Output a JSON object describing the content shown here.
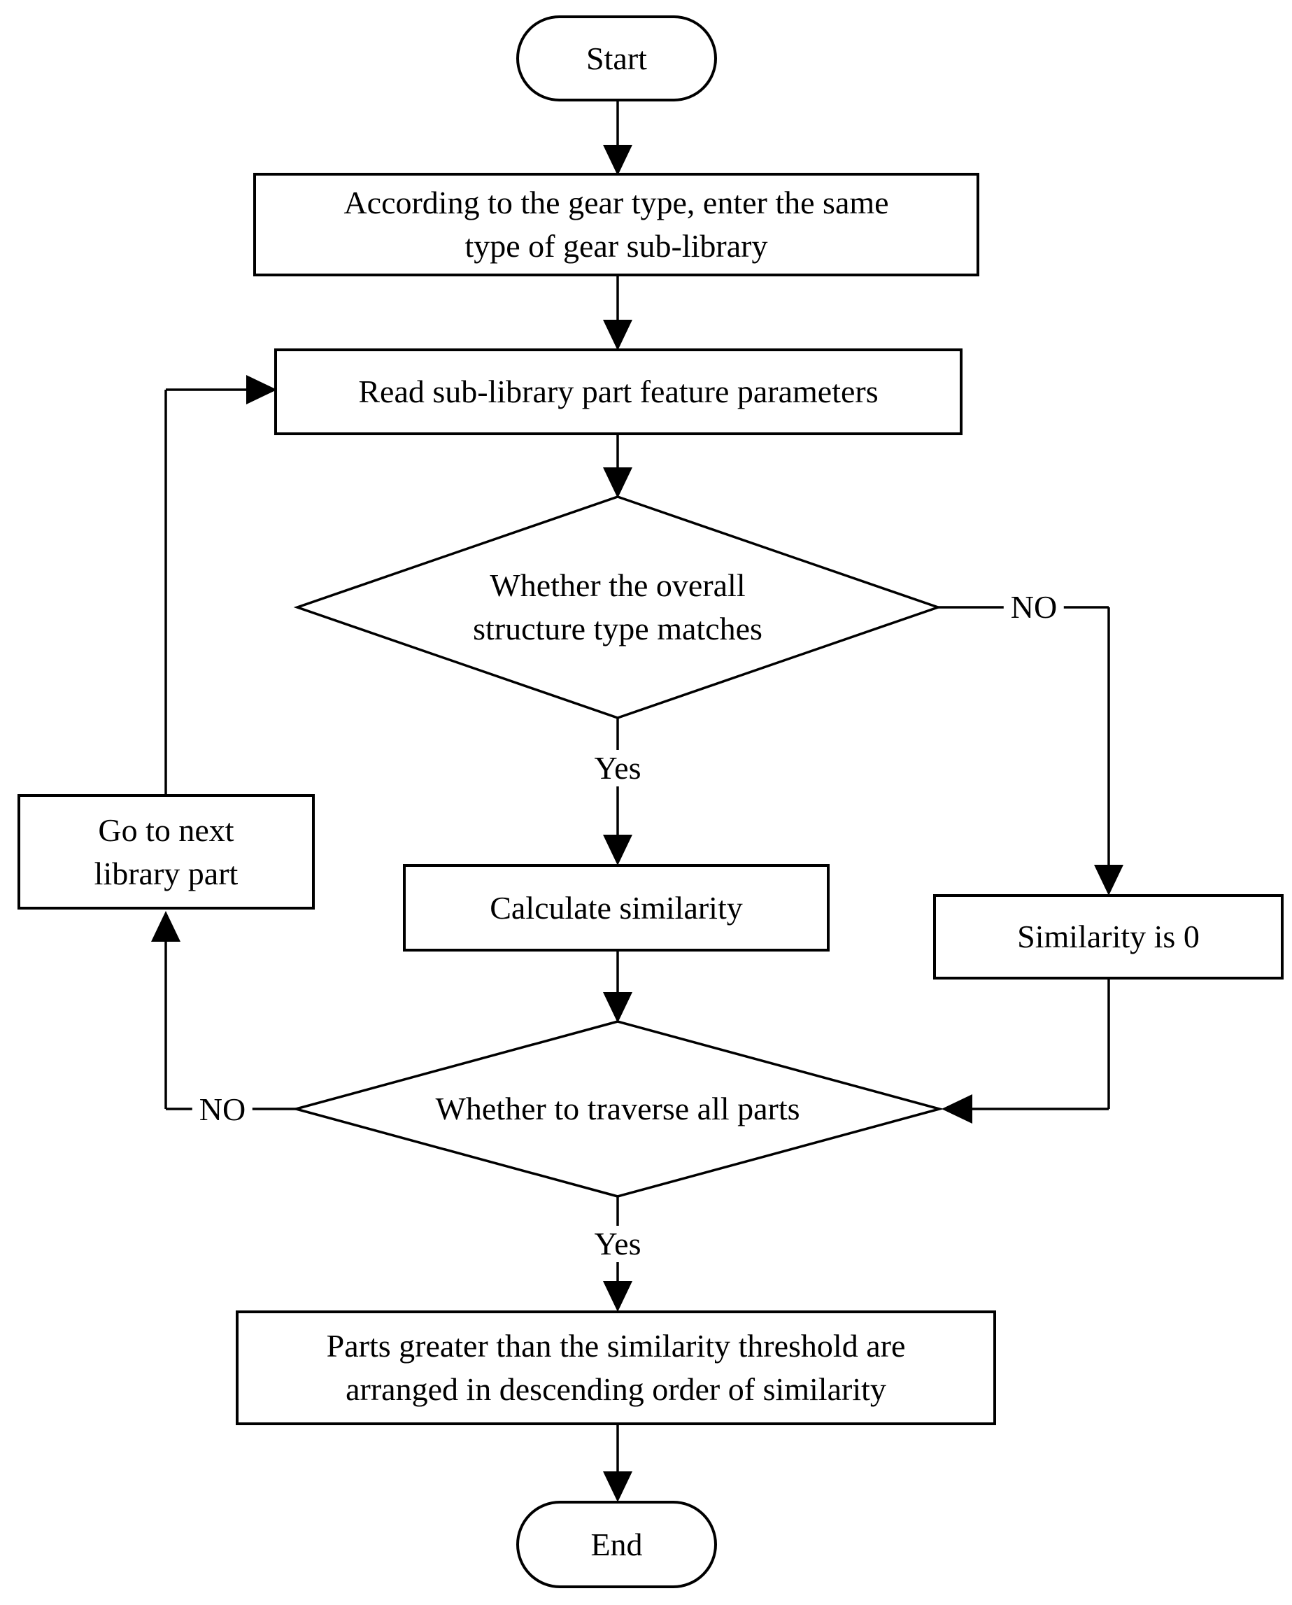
{
  "diagram": {
    "colors": {
      "stroke": "#000000",
      "fill": "#ffffff",
      "text": "#000000"
    },
    "nodes": {
      "start": {
        "label": "Start"
      },
      "enter_sublibrary": {
        "line1": "According to the gear type, enter the same",
        "line2": "type of gear sub-library"
      },
      "read_params": {
        "label": "Read sub-library part feature parameters"
      },
      "structure_match": {
        "line1": "Whether the overall",
        "line2": "structure type matches"
      },
      "calculate_similarity": {
        "label": "Calculate similarity"
      },
      "similarity_zero": {
        "label": "Similarity is 0"
      },
      "goto_next": {
        "line1": "Go to next",
        "line2": "library part"
      },
      "traverse_all": {
        "label": "Whether to traverse all parts"
      },
      "sort_results": {
        "line1": "Parts greater than the similarity threshold are",
        "line2": "arranged in descending order of similarity"
      },
      "end": {
        "label": "End"
      }
    },
    "edge_labels": {
      "structure_match_no": "NO",
      "structure_match_yes": "Yes",
      "traverse_no": "NO",
      "traverse_yes": "Yes"
    }
  }
}
